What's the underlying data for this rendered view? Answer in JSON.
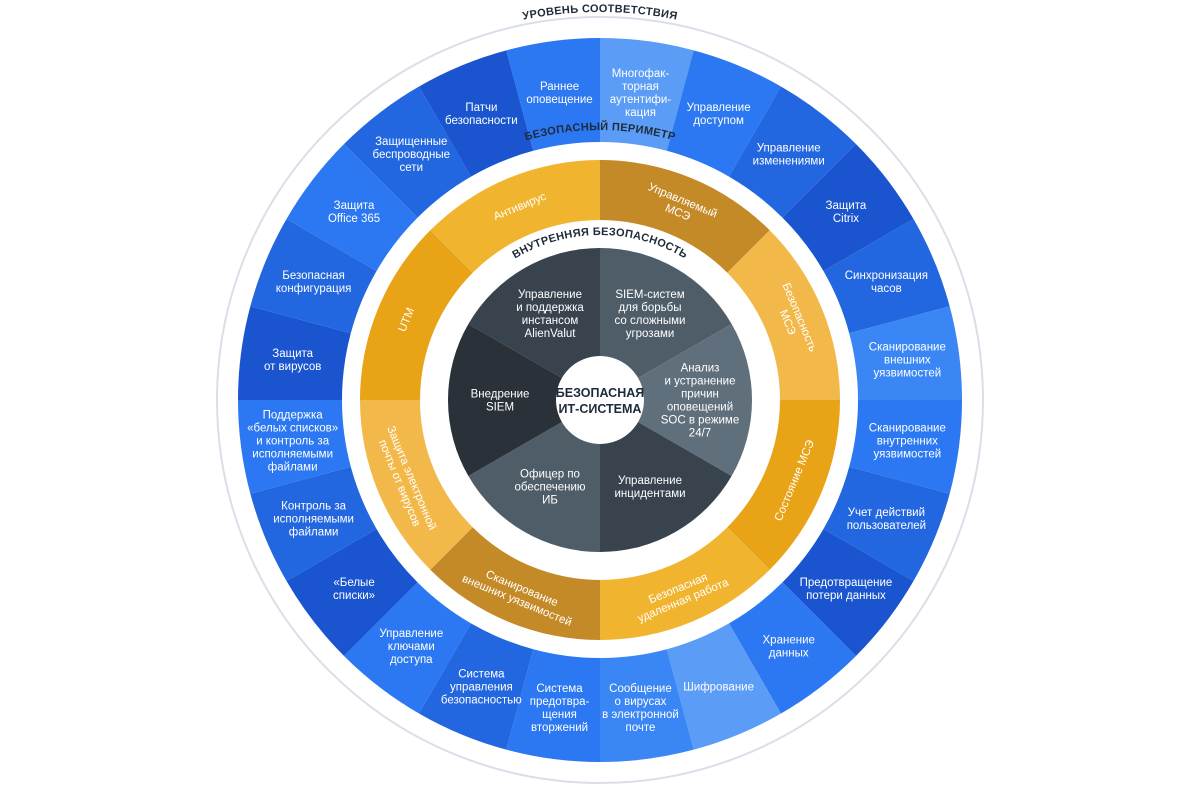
{
  "center": {
    "label_lines": [
      "БЕЗОПАСНАЯ",
      "ИТ-СИСТЕМА"
    ]
  },
  "ring_titles": {
    "outer": "УРОВЕНЬ СООТВЕТСТВИЯ",
    "middle": "БЕЗОПАСНЫЙ ПЕРИМЕТР",
    "inner": "ВНУТРЕННЯЯ БЕЗОПАСНОСТЬ"
  },
  "colors": {
    "outer_shades": [
      "#2b78f2",
      "#2266e0",
      "#1a55cf",
      "#3a86f5",
      "#5b9cf7"
    ],
    "gold_shades": [
      "#f5a623",
      "#f2b94a",
      "#e8a317",
      "#c48a28",
      "#f0b42f"
    ],
    "inner_shades": [
      "#4f5d69",
      "#38434d",
      "#2a3138",
      "#5f6f7b"
    ],
    "outline": "#d9dfe8"
  },
  "outer_ring": [
    {
      "lines": [
        "Многофак-",
        "торная",
        "аутентифи-",
        "кация"
      ],
      "shade": 4
    },
    {
      "lines": [
        "Управление",
        "доступом"
      ],
      "shade": 0
    },
    {
      "lines": [
        "Управление",
        "изменениями"
      ],
      "shade": 1
    },
    {
      "lines": [
        "Защита",
        "Citrix"
      ],
      "shade": 2
    },
    {
      "lines": [
        "Синхронизация",
        "часов"
      ],
      "shade": 1
    },
    {
      "lines": [
        "Сканирование",
        "внешних",
        "уязвимостей"
      ],
      "shade": 3
    },
    {
      "lines": [
        "Сканирование",
        "внутренних",
        "уязвимостей"
      ],
      "shade": 0
    },
    {
      "lines": [
        "Учет действий",
        "пользователей"
      ],
      "shade": 1
    },
    {
      "lines": [
        "Предотвращение",
        "потери данных"
      ],
      "shade": 2
    },
    {
      "lines": [
        "Хранение",
        "данных"
      ],
      "shade": 0
    },
    {
      "lines": [
        "Шифрование"
      ],
      "shade": 4
    },
    {
      "lines": [
        "Сообщение",
        "о вирусах",
        "в электронной",
        "почте"
      ],
      "shade": 3
    },
    {
      "lines": [
        "Система",
        "предотвра-",
        "щения",
        "вторжений"
      ],
      "shade": 0
    },
    {
      "lines": [
        "Система",
        "управления",
        "безопасностью"
      ],
      "shade": 1
    },
    {
      "lines": [
        "Управление",
        "ключами",
        "доступа"
      ],
      "shade": 0
    },
    {
      "lines": [
        "«Белые",
        "списки»"
      ],
      "shade": 2
    },
    {
      "lines": [
        "Контроль за",
        "исполняемыми",
        "файлами"
      ],
      "shade": 1
    },
    {
      "lines": [
        "Поддержка",
        "«белых списков»",
        "и контроль за",
        "исполняемыми",
        "файлами"
      ],
      "shade": 0
    },
    {
      "lines": [
        "Защита",
        "от вирусов"
      ],
      "shade": 2
    },
    {
      "lines": [
        "Безопасная",
        "конфигурация"
      ],
      "shade": 1
    },
    {
      "lines": [
        "Защита",
        "Office 365"
      ],
      "shade": 0
    },
    {
      "lines": [
        "Защищенные",
        "беспроводные",
        "сети"
      ],
      "shade": 1
    },
    {
      "lines": [
        "Патчи",
        "безопасности"
      ],
      "shade": 2
    },
    {
      "lines": [
        "Раннее",
        "оповещение"
      ],
      "shade": 0
    }
  ],
  "middle_ring": [
    {
      "lines": [
        "Управляемый",
        "МСЭ"
      ],
      "shade": 3
    },
    {
      "lines": [
        "Безопасность",
        "МСЭ"
      ],
      "shade": 1
    },
    {
      "lines": [
        "Состояние МСЭ"
      ],
      "shade": 2
    },
    {
      "lines": [
        "Безопасная",
        "удаленная работа"
      ],
      "shade": 4
    },
    {
      "lines": [
        "Сканирование",
        "внешних уязвимостей"
      ],
      "shade": 3
    },
    {
      "lines": [
        "Защита электронной",
        "почты от вирусов"
      ],
      "shade": 1
    },
    {
      "lines": [
        "UTM"
      ],
      "shade": 2
    },
    {
      "lines": [
        "Антивирус"
      ],
      "shade": 4
    }
  ],
  "inner_ring": [
    {
      "lines": [
        "SIEM-систем",
        "для борьбы",
        "со сложными",
        "угрозами"
      ],
      "shade": 0
    },
    {
      "lines": [
        "Анализ",
        "и устранение",
        "причин",
        "оповещений",
        "SOC в режиме",
        "24/7"
      ],
      "shade": 3
    },
    {
      "lines": [
        "Управление",
        "инцидентами"
      ],
      "shade": 1
    },
    {
      "lines": [
        "Офицер по",
        "обеспечению",
        "ИБ"
      ],
      "shade": 0
    },
    {
      "lines": [
        "Внедрение",
        "SIEM"
      ],
      "shade": 2
    },
    {
      "lines": [
        "Управление",
        "и поддержка",
        "инстансом",
        "AlienValut"
      ],
      "shade": 1
    }
  ]
}
